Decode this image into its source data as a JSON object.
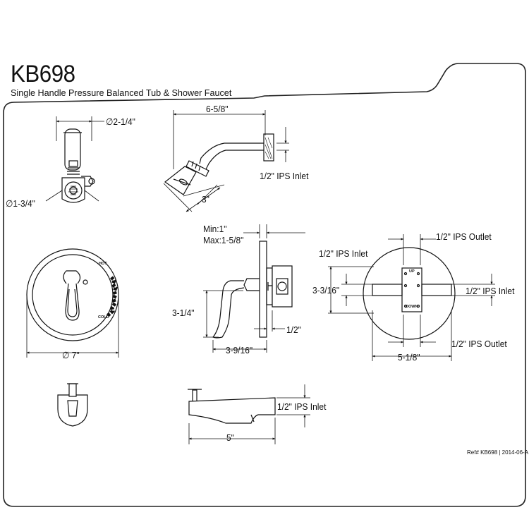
{
  "header": {
    "model": "KB698",
    "subtitle": "Single Handle Pressure Balanced Tub & Shower Faucet"
  },
  "shower_head": {
    "front_diameter": "∅2-1/4\"",
    "face_diameter": "∅1-3/4\"",
    "arm_length": "6-5/8\"",
    "arm_drop": "3\"",
    "inlet": "1/2\" IPS Inlet"
  },
  "valve": {
    "trim_diameter": "∅ 7\"",
    "hot_label": "HOT",
    "cold_label": "COLD",
    "depth_min": "Min:1\"",
    "depth_max": "Max:1-5/8\"",
    "handle_height": "3-1/4\"",
    "handle_projection": "3-9/16\"",
    "stem_offset": "1/2\""
  },
  "valve_body": {
    "outlet_top": "1/2\" IPS Outlet",
    "inlet_left": "1/2\" IPS Inlet",
    "inlet_right": "1/2\" IPS Inlet",
    "outlet_bottom": "1/2\" IPS Outlet",
    "height": "3-3/16\"",
    "width": "5-1/8\"",
    "up_label": "UP",
    "down_label": "DOWN"
  },
  "tub_spout": {
    "inlet": "1/2\" IPS Inlet",
    "length": "5\""
  },
  "footer": {
    "reference": "Ref# KB698 | 2014-06-A"
  }
}
